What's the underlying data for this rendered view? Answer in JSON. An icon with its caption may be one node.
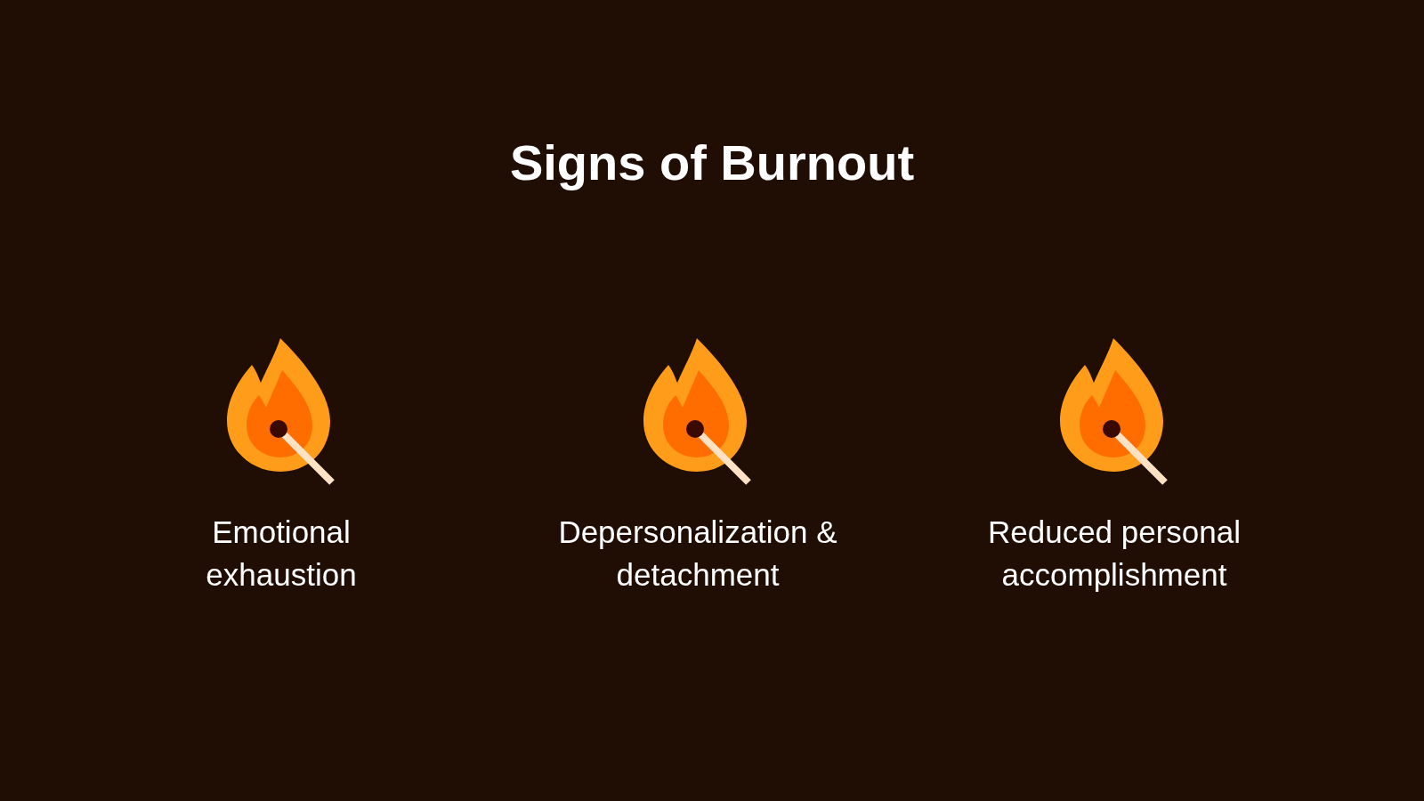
{
  "diagram": {
    "title": "Signs of Burnout",
    "labels": [
      "Emotional exhaustion",
      "Depersonalization & detachment",
      "Reduced personal accomplishment"
    ]
  }
}
